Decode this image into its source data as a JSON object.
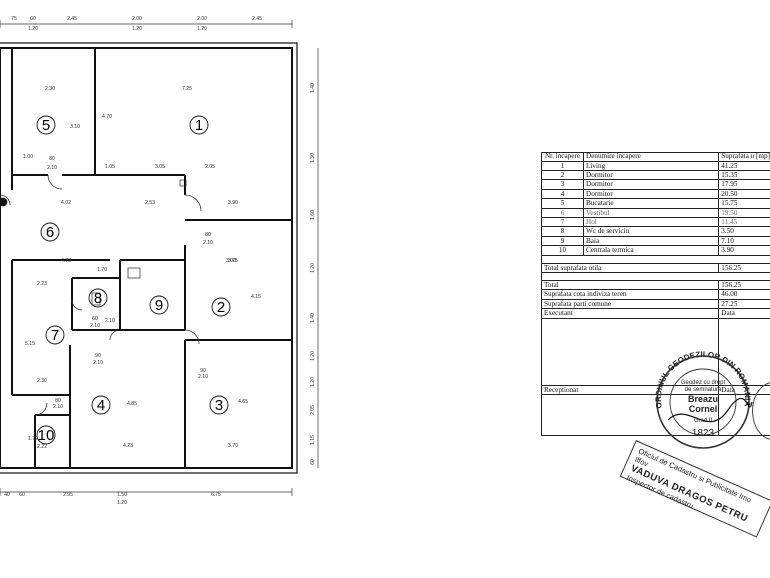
{
  "floor_plan": {
    "top_dims": [
      "75",
      "60",
      "1.20",
      "2.45",
      "2.00",
      "1.20",
      "2.00",
      "1.20",
      "2.45"
    ],
    "bottom_dims": [
      "40",
      "60",
      "2.95",
      "1.50",
      "1.20",
      "6.75"
    ],
    "right_dims": [
      "1.40",
      "1.30",
      "1.60",
      "1.20",
      "1.40",
      "1.20",
      "1.20",
      "2.05",
      "1.15",
      "60"
    ],
    "room_numbers": [
      "1",
      "2",
      "3",
      "4",
      "5",
      "6",
      "7",
      "8",
      "9",
      "10"
    ],
    "room_dims": [
      "2.30",
      "3.10",
      "7.25",
      "4.70",
      "4.02",
      "2.53",
      "3.90",
      "3.75",
      "4.15",
      "4.72",
      "2.23",
      "5.15",
      "1.70",
      "2.10",
      "3.00",
      "3.70",
      "4.65",
      "4.85",
      "4.23",
      "2.30",
      "1.00",
      "1.05",
      "3.05",
      "2.05",
      "1.72",
      "2.22"
    ],
    "door_widths": [
      "80",
      "2.10",
      "80",
      "2.10",
      "90",
      "2.10",
      "90",
      "2.10",
      "80",
      "2.10",
      "60",
      "2.10"
    ]
  },
  "table": {
    "headers": {
      "nr": "Nr. incapere",
      "name": "Denumire incapere",
      "area": "Suprafata u [mp]"
    },
    "rooms": [
      {
        "nr": "1",
        "name": "Living",
        "area": "41.25"
      },
      {
        "nr": "2",
        "name": "Dormitor",
        "area": "15.35"
      },
      {
        "nr": "3",
        "name": "Dormitor",
        "area": "17.95"
      },
      {
        "nr": "4",
        "name": "Dormitor",
        "area": "20.50"
      },
      {
        "nr": "5",
        "name": "Bucatarie",
        "area": "15.75"
      },
      {
        "nr": "6",
        "name": "Vestibul",
        "area": "19.50"
      },
      {
        "nr": "7",
        "name": "Hol",
        "area": "11.45"
      },
      {
        "nr": "8",
        "name": "Wc de serviciu",
        "area": "3.50"
      },
      {
        "nr": "9",
        "name": "Baia",
        "area": "7.10"
      },
      {
        "nr": "10",
        "name": "Centrala termica",
        "area": "3.90"
      }
    ],
    "total_useful_label": "Total suprafata utila",
    "total_useful": "156.25",
    "total_label": "Total",
    "total": "156.25",
    "land_share_label": "Suprafata cota indiviza teren",
    "land_share": "46.00",
    "common_parts_label": "Suprafata parti comune",
    "common_parts": "27.25",
    "executant_label": "Executant",
    "date_label": "Data",
    "receptionat_label": "Receptionat",
    "date_label_2": "Data"
  },
  "stamps": {
    "seal_outer": "ORDINUL GEODEZILOR DIN ROMANIA",
    "seal_line1": "Geodez cu drept",
    "seal_line2": "de semnatura",
    "seal_name1": "Breazu",
    "seal_name2": "Cornel",
    "seal_grade": "Grad II",
    "seal_number": "1823",
    "cad_line1": "Oficiul de Cadastru si Publicitate Imo",
    "cad_line2": "Ilfov",
    "cad_name": "VADUVA DRAGOS PETRU",
    "cad_role": "Inspector de cadastru"
  }
}
